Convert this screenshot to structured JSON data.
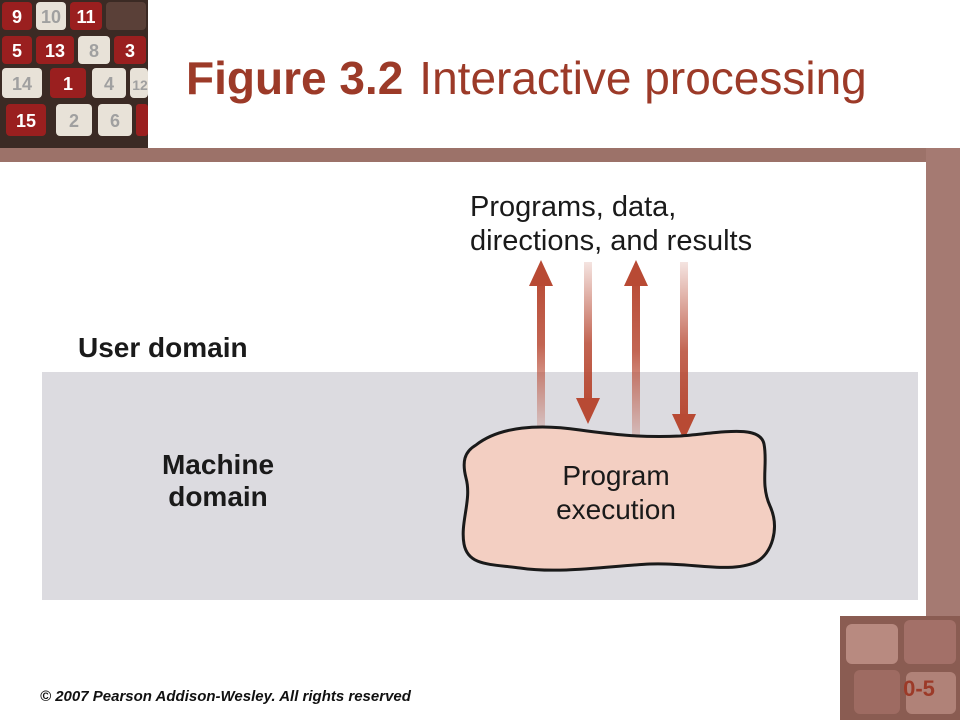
{
  "slide": {
    "title_number": "Figure 3.2",
    "title_text": "Interactive processing",
    "copyright": "© 2007 Pearson Addison-Wesley. All rights reserved",
    "slide_number": "0-5"
  },
  "logo": {
    "name": "number-puzzle-logo",
    "tiles": [
      "9",
      "10",
      "11",
      "5",
      "13",
      "8",
      "3",
      "14",
      "1",
      "4",
      "12",
      "15",
      "2",
      "6"
    ]
  },
  "diagram": {
    "top_label_line1": "Programs, data,",
    "top_label_line2": "directions, and results",
    "user_domain_label": "User domain",
    "machine_domain_line1": "Machine",
    "machine_domain_line2": "domain",
    "process_line1": "Program",
    "process_line2": "execution",
    "arrows": [
      "up",
      "down",
      "up",
      "down"
    ]
  },
  "colors": {
    "title": "#9c3a28",
    "frame_brown": "#9c7269",
    "machine_band": "#dcdbe0",
    "arrow": "#b84a34",
    "blob_fill": "#f3cfc2"
  }
}
